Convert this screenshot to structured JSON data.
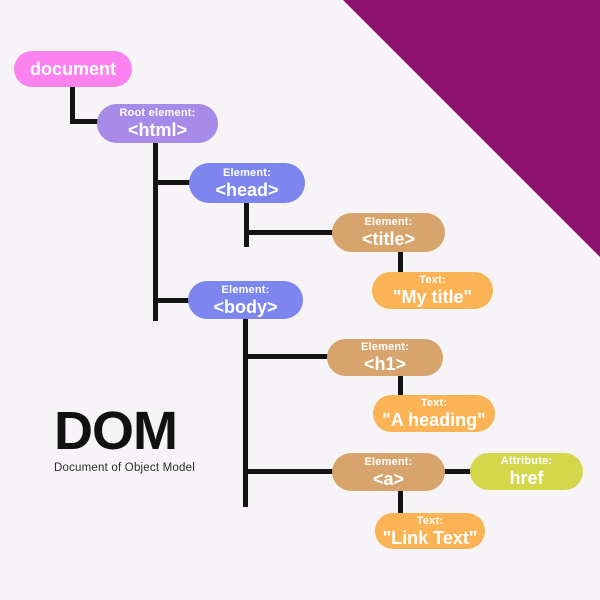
{
  "canvas": {
    "background": "#F6F4F6",
    "line_color": "#141414",
    "corner_triangle_color": "#8D1272"
  },
  "logo": {
    "title": "DOM",
    "subtitle": "Document of Object Model"
  },
  "nodes": [
    {
      "id": "document",
      "label": "document",
      "color": "#FC82EF"
    },
    {
      "id": "html",
      "type_label": "Root element:",
      "label": "<html>",
      "color": "#A88BE9"
    },
    {
      "id": "head",
      "type_label": "Element:",
      "label": "<head>",
      "color": "#7C86EE"
    },
    {
      "id": "title",
      "type_label": "Element:",
      "label": "<title>",
      "color": "#D8A46E"
    },
    {
      "id": "my-title",
      "type_label": "Text:",
      "label": "\"My title\"",
      "color": "#FAB355"
    },
    {
      "id": "body",
      "type_label": "Element:",
      "label": "<body>",
      "color": "#7C86EE"
    },
    {
      "id": "h1",
      "type_label": "Element:",
      "label": "<h1>",
      "color": "#D8A46E"
    },
    {
      "id": "a-heading",
      "type_label": "Text:",
      "label": "\"A heading\"",
      "color": "#FAB355"
    },
    {
      "id": "a",
      "type_label": "Element:",
      "label": "<a>",
      "color": "#D8A46E"
    },
    {
      "id": "href",
      "type_label": "Attribute:",
      "label": "href",
      "color": "#D5D74B"
    },
    {
      "id": "link-text",
      "type_label": "Text:",
      "label": "\"Link Text\"",
      "color": "#FAB355"
    }
  ]
}
